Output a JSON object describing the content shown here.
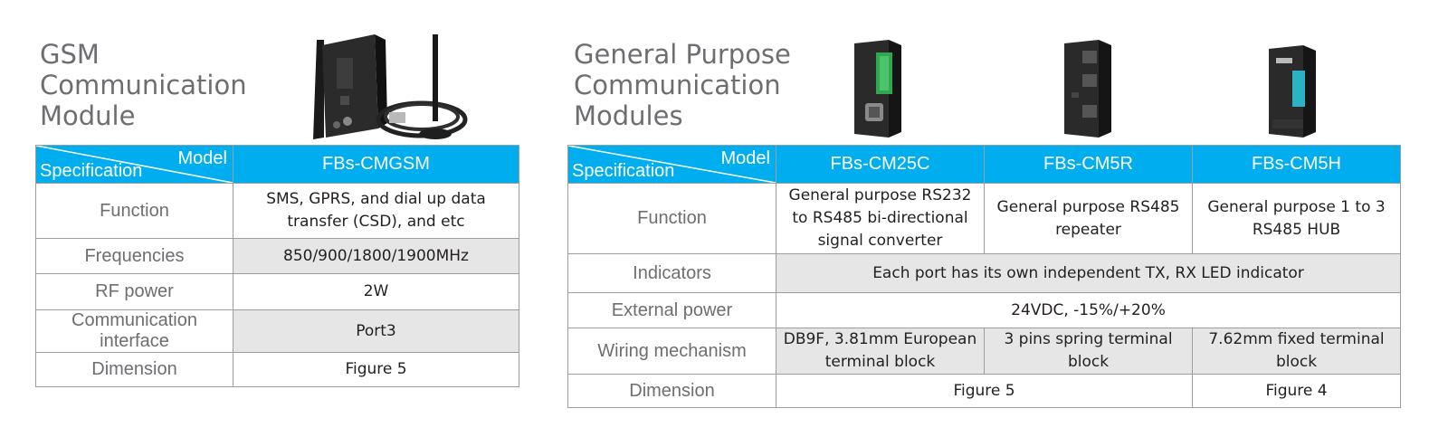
{
  "gsm": {
    "title": "GSM\nCommunication\nModule",
    "header_model": "Model",
    "header_spec": "Specification",
    "model": "FBs-CMGSM",
    "rows": [
      {
        "label": "Function",
        "value": "SMS, GPRS, and dial up data transfer (CSD), and etc"
      },
      {
        "label": "Frequencies",
        "value": "850/900/1800/1900MHz"
      },
      {
        "label": "RF power",
        "value": "2W"
      },
      {
        "label": "Communication interface",
        "value": "Port3"
      },
      {
        "label": "Dimension",
        "value": "Figure 5"
      }
    ]
  },
  "gp": {
    "title": "General Purpose\nCommunication\nModules",
    "header_model": "Model",
    "header_spec": "Specification",
    "models": [
      "FBs-CM25C",
      "FBs-CM5R",
      "FBs-CM5H"
    ],
    "function_label": "Function",
    "function_values": [
      "General purpose RS232 to RS485 bi-directional signal converter",
      "General purpose RS485 repeater",
      "General purpose 1 to 3 RS485 HUB"
    ],
    "indicators_label": "Indicators",
    "indicators_value": "Each port has its own independent TX, RX LED indicator",
    "power_label": "External power",
    "power_value": "24VDC, -15%/+20%",
    "wiring_label": "Wiring mechanism",
    "wiring_values": [
      "DB9F, 3.81mm European terminal block",
      "3 pins spring terminal block",
      "7.62mm fixed terminal block"
    ],
    "dimension_label": "Dimension",
    "dimension_values": [
      "Figure 5",
      "Figure 4"
    ]
  },
  "colors": {
    "header": "#00aeef",
    "shade": "#e6e6e7",
    "label": "#6d6e71"
  }
}
